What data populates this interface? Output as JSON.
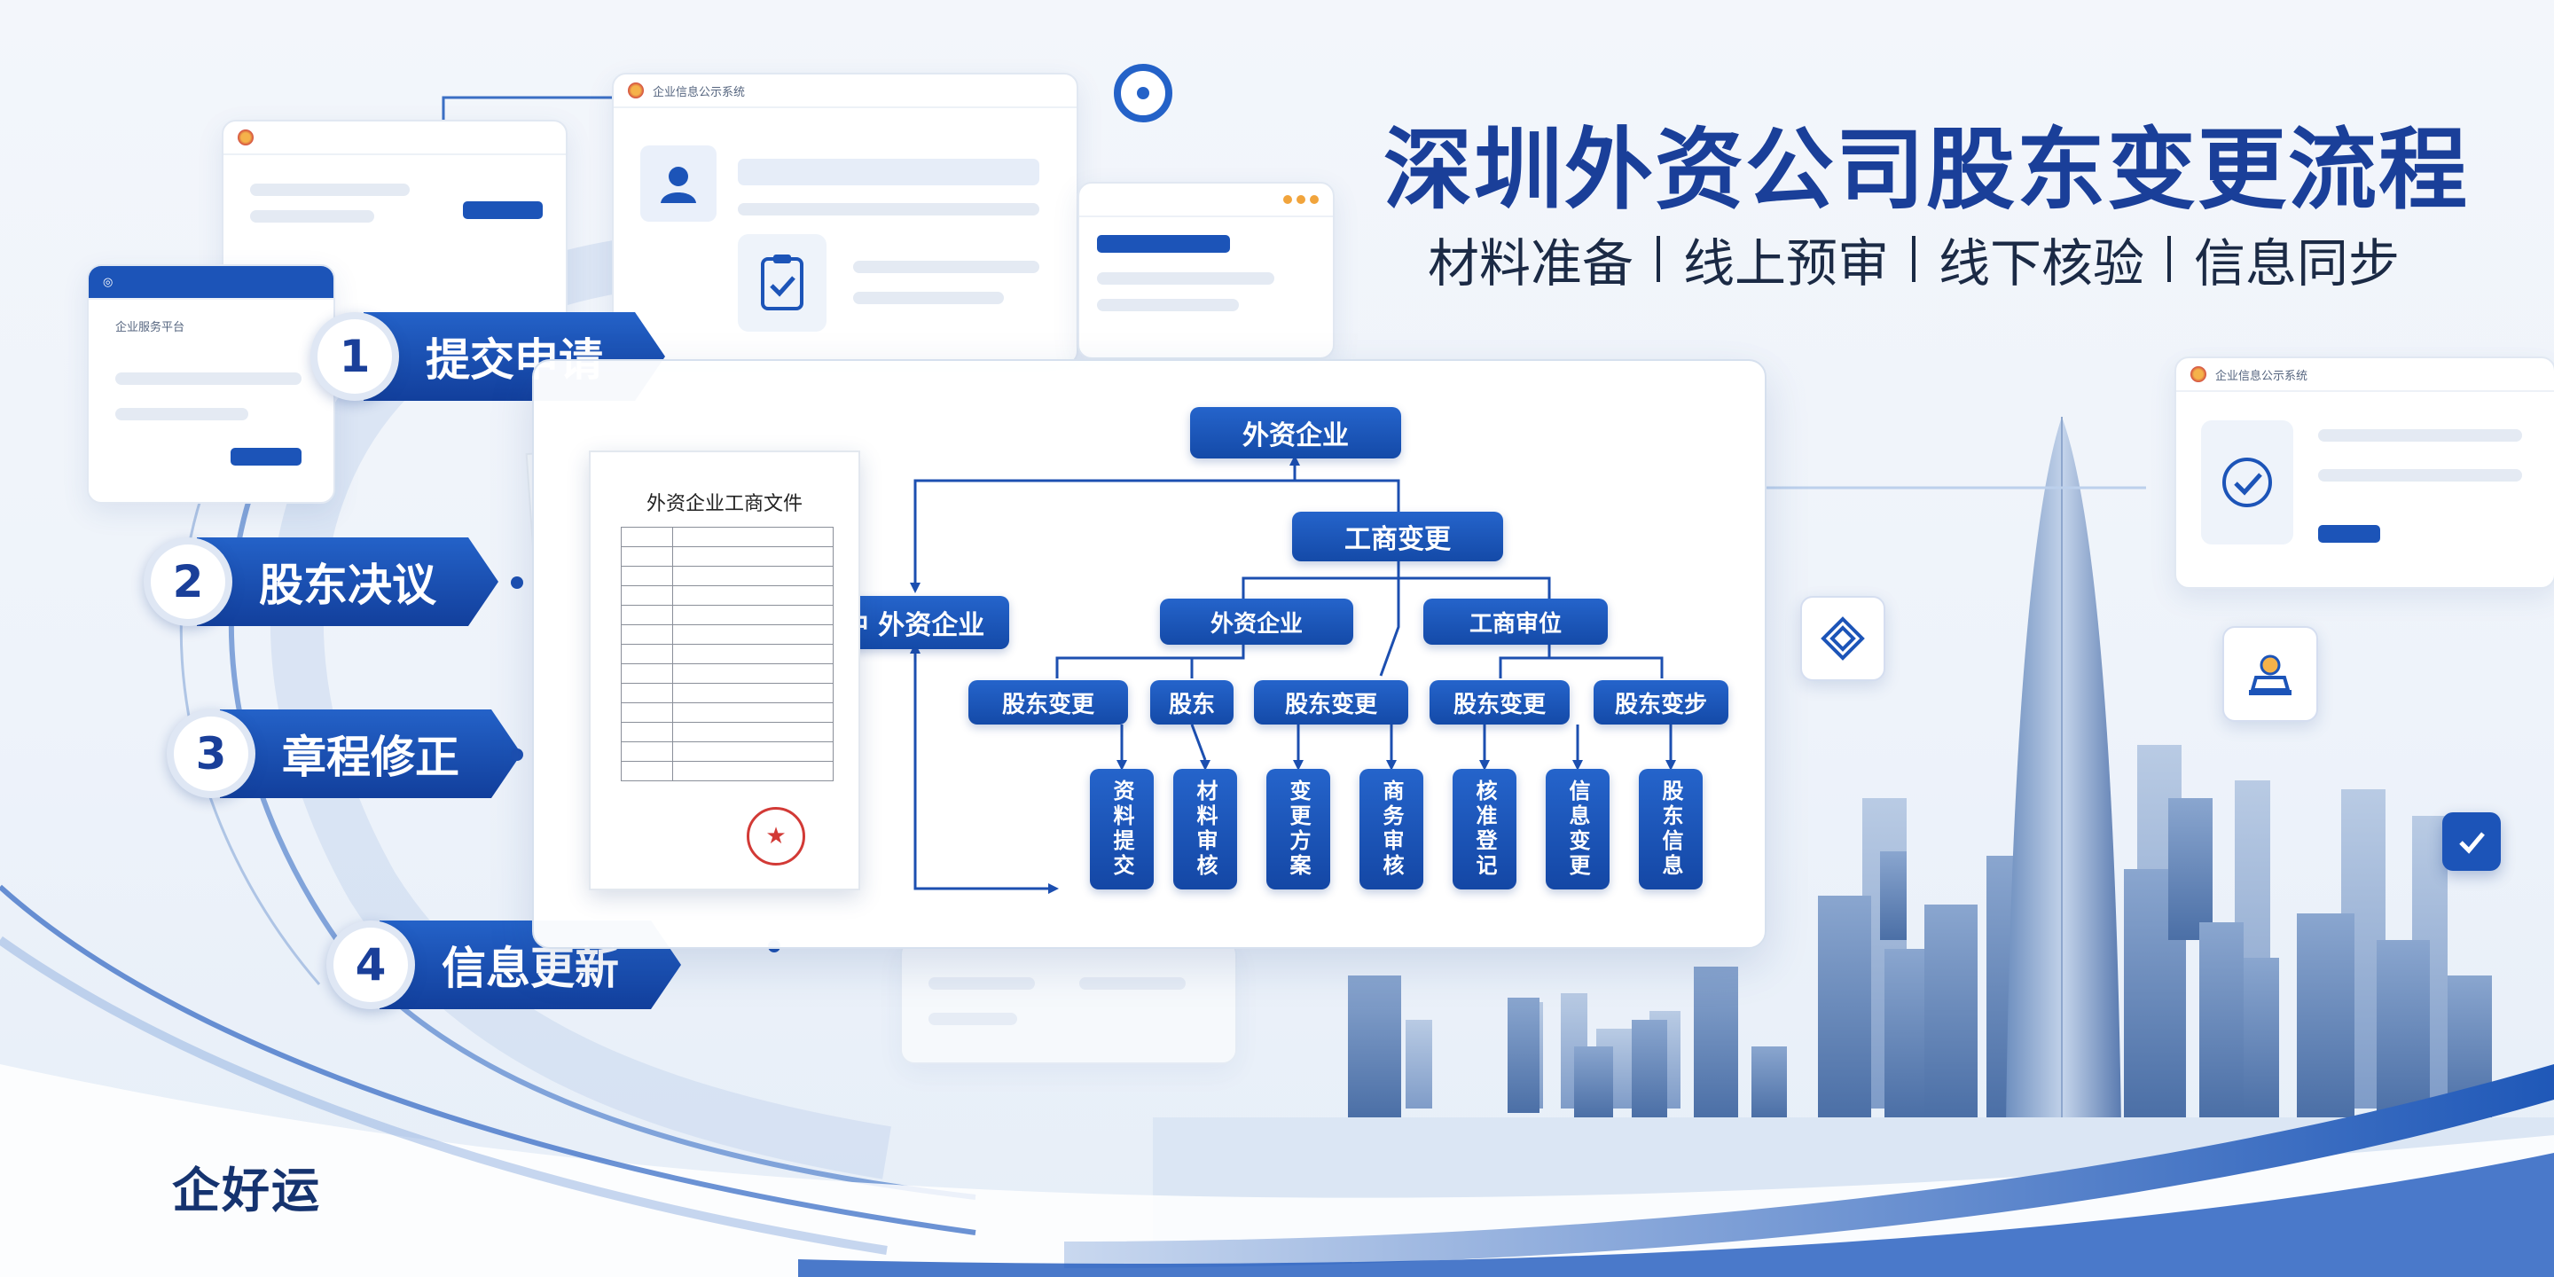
{
  "title": "深圳外资公司股东变更流程",
  "subtitle_items": [
    "材料准备",
    "线上预审",
    "线下核验",
    "信息同步"
  ],
  "steps": [
    {
      "num": "1",
      "label": "提交申请"
    },
    {
      "num": "2",
      "label": "股东决议"
    },
    {
      "num": "3",
      "label": "章程修正"
    },
    {
      "num": "4",
      "label": "信息更新"
    }
  ],
  "document": {
    "title": "外资企业工商文件"
  },
  "flow": {
    "top_node": "外资企业",
    "second_node": "工商变更",
    "left_node": "中 外资企业",
    "mid_left_node": "外资企业",
    "mid_right_node": "工商审位",
    "row3": [
      "股东变更",
      "股东",
      "股东变更",
      "股东变更",
      "股东变步"
    ],
    "row4": [
      "资料提交",
      "材料审核",
      "变更方案",
      "商务审核",
      "核准登记",
      "信息变更",
      "股东信息"
    ]
  },
  "windows": {
    "top_center_title": "企业信息公示系统",
    "right_title": "企业信息公示系统",
    "left_small_title": "企业服务平台"
  },
  "brand": "企好运",
  "colors": {
    "primary": "#1a3f99",
    "accent": "#2462c8",
    "text": "#1b2a45"
  },
  "icons": [
    "user-icon",
    "clipboard-check-icon",
    "shield-check-icon",
    "layers-icon",
    "building-icon",
    "check-icon",
    "location-pin-icon"
  ]
}
